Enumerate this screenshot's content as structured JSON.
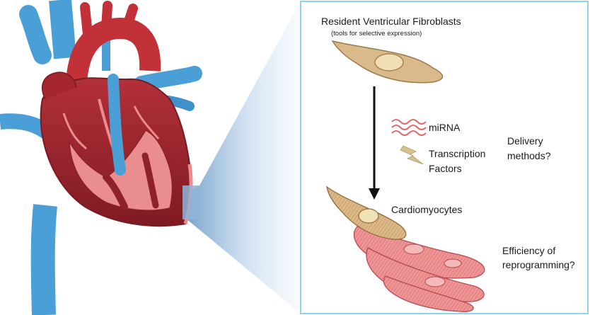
{
  "labels": {
    "fibroblast_title": "Resident Ventricular Fibroblasts",
    "fibroblast_subtitle": "(tools for selective expression)",
    "mirna": "miRNA",
    "transcription_line1": "Transcription",
    "transcription_line2": "Factors",
    "delivery_line1": "Delivery",
    "delivery_line2": "methods?",
    "cardiomyocytes": "Cardiomyocytes",
    "efficiency_line1": "Efficiency of",
    "efficiency_line2": "reprogramming?"
  },
  "colors": {
    "heart_red": "#a5262e",
    "heart_light": "#e98d8e",
    "vessel_blue": "#4a9fd6",
    "fibroblast_tan": "#d9b98b",
    "cardiomyocyte_pink": "#ec8f90",
    "panel_border": "#8fd3e8",
    "zoom_blue": "#7fa9cf"
  },
  "icons": {
    "mirna": "wavy-rna-strands-icon",
    "transcription_factors": "lightning-bolt-icon"
  }
}
